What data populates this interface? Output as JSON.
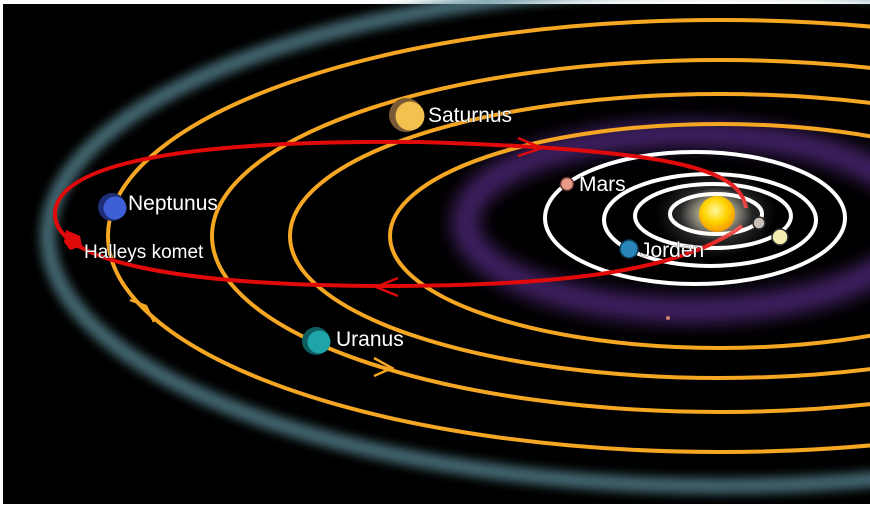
{
  "labels": {
    "saturn": "Saturnus",
    "neptune": "Neptunus",
    "uranus": "Uranus",
    "mars": "Mars",
    "earth": "Jorden",
    "halley": "Halleys komet"
  },
  "colors": {
    "space": "#000000",
    "outer_orbits": "#f5a623",
    "inner_orbits": "#ffffff",
    "comet_orbit": "#e10a0a",
    "sun": "#ffd400",
    "asteroid_belt": "#5a2d8a",
    "kuiper_belt": "#5a8a96",
    "saturn": "#f2c14e",
    "neptune": "#3f5fd6",
    "uranus": "#1fa5a8",
    "mars": "#e89a8a",
    "earth": "#2a86b8",
    "venus": "#f5eeb0"
  }
}
